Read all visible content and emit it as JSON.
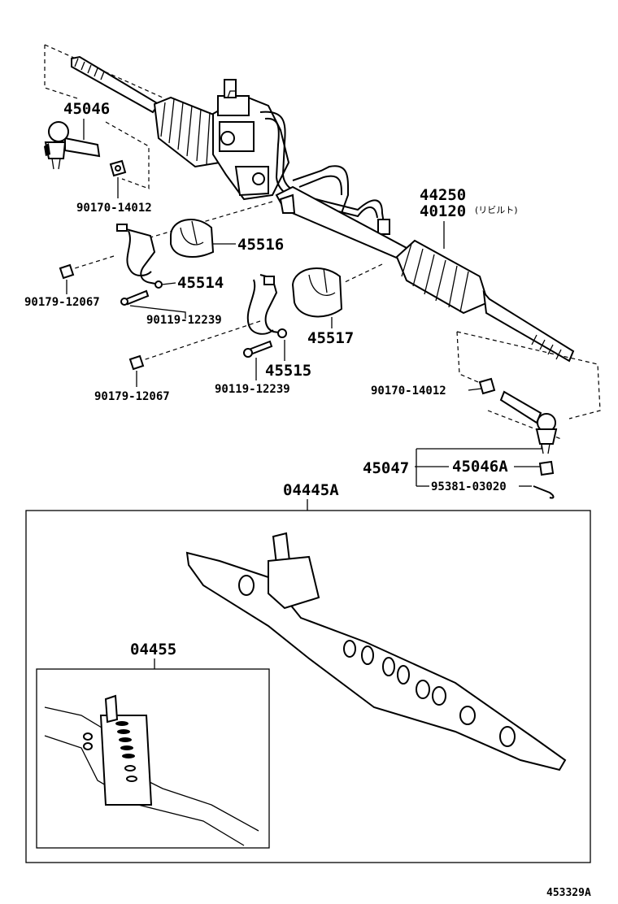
{
  "parts": {
    "tie_rod_inner": "45046",
    "nut_upper_left": "90170-14012",
    "bracket_bushing_upper": "45516",
    "bracket_upper": "45514",
    "nut_left_1": "90179-12067",
    "bolt_upper": "90119-12239",
    "nut_left_2": "90179-12067",
    "bushing_lower": "45517",
    "bracket_lower": "45515",
    "bolt_lower": "90119-12239",
    "gear_assy": "44250",
    "gear_assy_rebuilt": "40120",
    "gear_assy_rebuilt_note": "(リビルト)",
    "nut_right": "90170-14012",
    "tie_rod_end": "45047",
    "tie_rod_end_sub": "45046A",
    "cotter_pin": "95381-03020",
    "gasket_kit": "04445A",
    "seal_kit": "04455"
  },
  "figure_id": "453329A"
}
